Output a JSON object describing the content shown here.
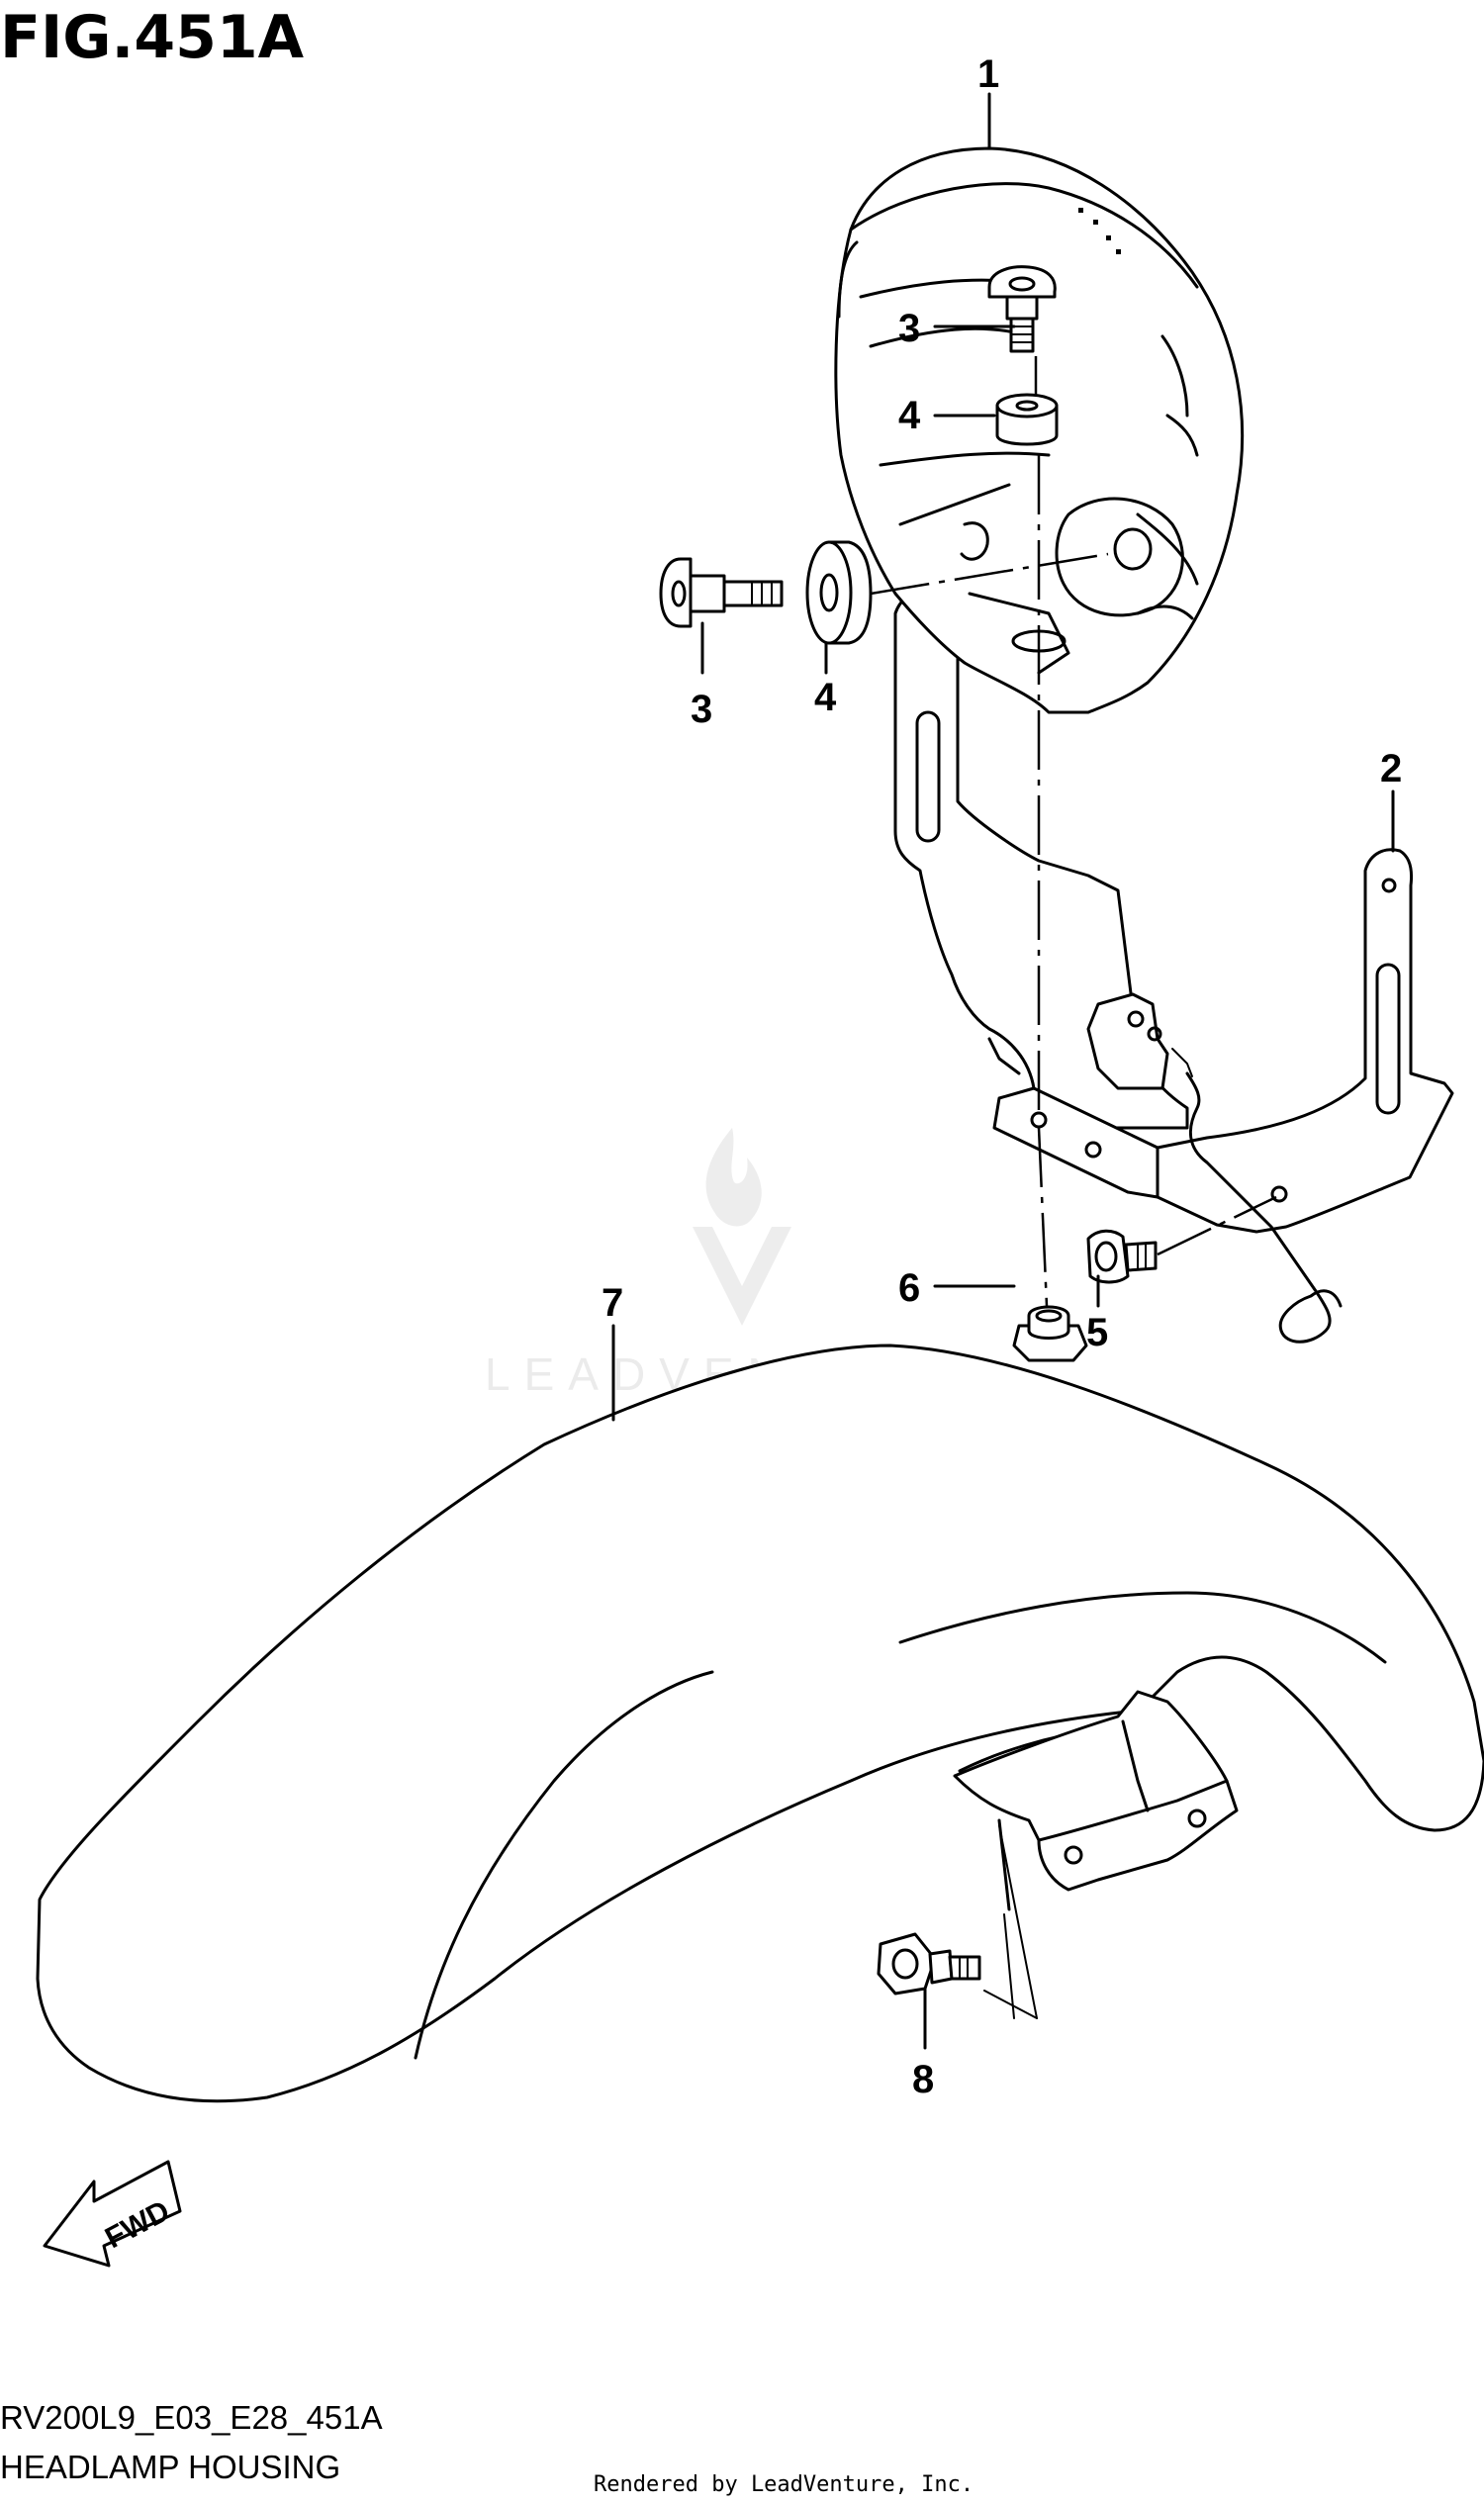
{
  "figure": {
    "title": "FIG.451A",
    "code": "RV200L9_E03_E28_451A",
    "name": "HEADLAMP HOUSING",
    "rendered_by": "Rendered by LeadVenture, Inc.",
    "watermark": "LEADVENTURE",
    "direction_label": "FWD"
  },
  "callouts": {
    "headlamp_housing": "1",
    "bracket": "2",
    "screw_top": "3",
    "grommet_top": "4",
    "screw_side": "3",
    "grommet_side": "4",
    "bolt": "5",
    "nut": "6",
    "front_fender": "7",
    "fender_bolt": "8"
  }
}
